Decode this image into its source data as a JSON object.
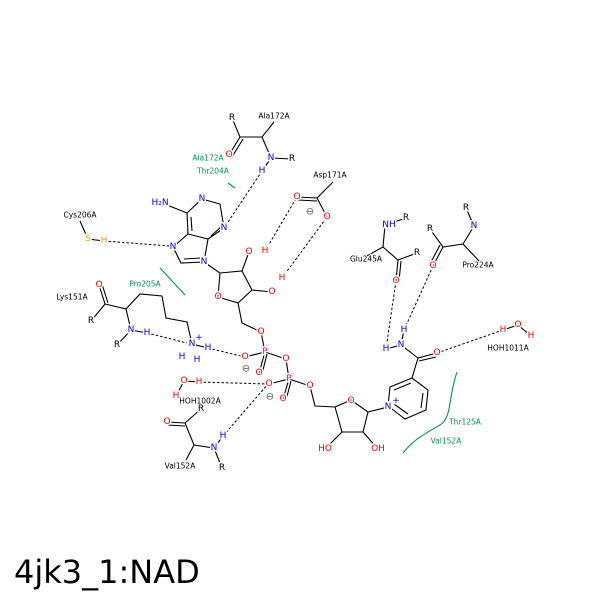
{
  "title": "4jk3_1:NAD",
  "residues": {
    "ala172": "Ala172A",
    "asp171": "Asp171A",
    "cys206": "Cys206A",
    "lys151": "Lys151A",
    "glu245": "Glu245A",
    "pro224": "Pro224A",
    "hoh1002": "HOH1002A",
    "hoh1011": "HOH1011A",
    "val152": "Val152A"
  },
  "hydrophobic": {
    "ala172": "Ala172A",
    "thr204": "Thr204A",
    "pro205": "Pro205A",
    "thr125": "Thr125A",
    "val152": "Val152A"
  },
  "colors": {
    "oxygen": "#ff0000",
    "nitrogen": "#0000ff",
    "sulfur": "#f0a000",
    "phosphorus": "#e0008c",
    "hydrophobic": "#00994c"
  },
  "atoms": [
    "R",
    "O",
    "N",
    "R",
    "H",
    "H₂N",
    "N",
    "N",
    "N",
    "N",
    "S",
    "H",
    "O",
    "O",
    "⊖",
    "O",
    "H",
    "O",
    "H",
    "O",
    "O",
    "P",
    "O",
    "⊖",
    "O",
    "O",
    "P",
    "O",
    "⊖",
    "O",
    "O",
    "O",
    "HO",
    "OH",
    "N",
    "+",
    "O",
    "N",
    "H",
    "H",
    "NH",
    "R",
    "R",
    "O",
    "R",
    "N",
    "R",
    "O",
    "H",
    "O",
    "H",
    "O",
    "R",
    "N",
    "H",
    "R",
    "N",
    "+",
    "H",
    "H",
    "H",
    "O",
    "H",
    "H",
    "R",
    "O",
    "N",
    "H",
    "R"
  ]
}
